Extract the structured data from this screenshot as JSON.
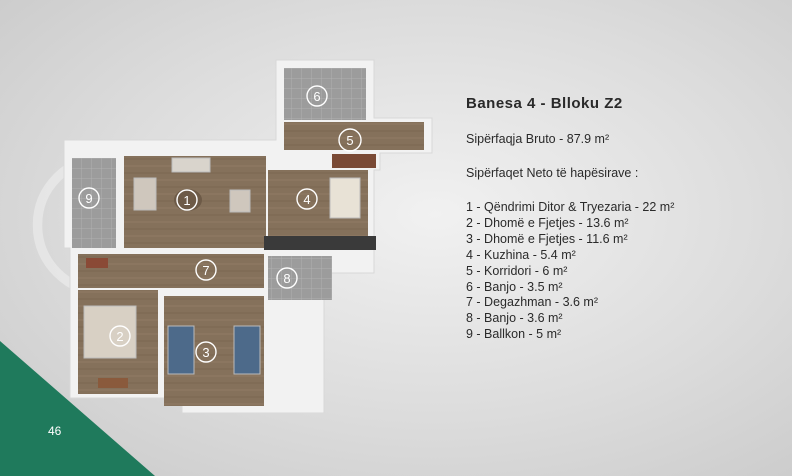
{
  "heading": {
    "title": "Banesa 4  - Blloku Z2",
    "gross": "Sipërfaqja Bruto - 87.9 m²",
    "subtitle": "Sipërfaqet Neto të hapësirave :"
  },
  "rooms": [
    {
      "number": "1",
      "label": "1 - Qëndrimi Ditor & Tryezaria - 22 m²"
    },
    {
      "number": "2",
      "label": "2 - Dhomë e Fjetjes - 13.6 m²"
    },
    {
      "number": "3",
      "label": "3 - Dhomë e Fjetjes - 11.6 m²"
    },
    {
      "number": "4",
      "label": "4 - Kuzhina   - 5.4 m²"
    },
    {
      "number": "5",
      "label": "5 - Korridori - 6 m²"
    },
    {
      "number": "6",
      "label": "6 - Banjo - 3.5 m²"
    },
    {
      "number": "7",
      "label": "7 - Degazhman - 3.6 m²"
    },
    {
      "number": "8",
      "label": "8 - Banjo - 3.6 m²"
    },
    {
      "number": "9",
      "label": "9 - Ballkon - 5 m²"
    }
  ],
  "page_number": "46",
  "colors": {
    "accent": "#1f7a5c",
    "floor": "#8a7660",
    "wall": "#f4f4f4",
    "tile": "#9a9a9a"
  }
}
